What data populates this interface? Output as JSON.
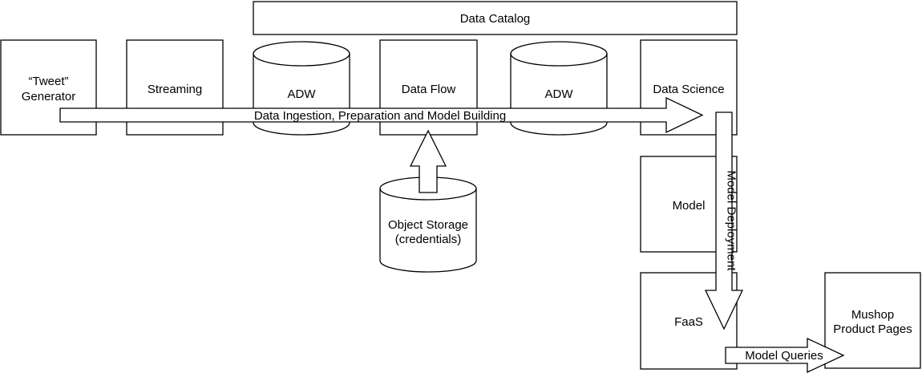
{
  "diagram": {
    "colors": {
      "line": "#000000",
      "fill": "#ffffff",
      "text": "#000000"
    },
    "data_catalog": "Data Catalog",
    "tweet_generator": [
      "“Tweet”",
      "Generator"
    ],
    "streaming": "Streaming",
    "adw_1": "ADW",
    "data_flow": "Data Flow",
    "adw_2": "ADW",
    "data_science": "Data Science",
    "ingestion_arrow": "Data Ingestion, Preparation and Model Building",
    "object_storage": [
      "Object Storage",
      "(credentials)"
    ],
    "model": "Model",
    "deployment_arrow": "Model Deployment",
    "faas": "FaaS",
    "queries_arrow": "Model Queries",
    "mushop": [
      "Mushop",
      "Product Pages"
    ]
  }
}
